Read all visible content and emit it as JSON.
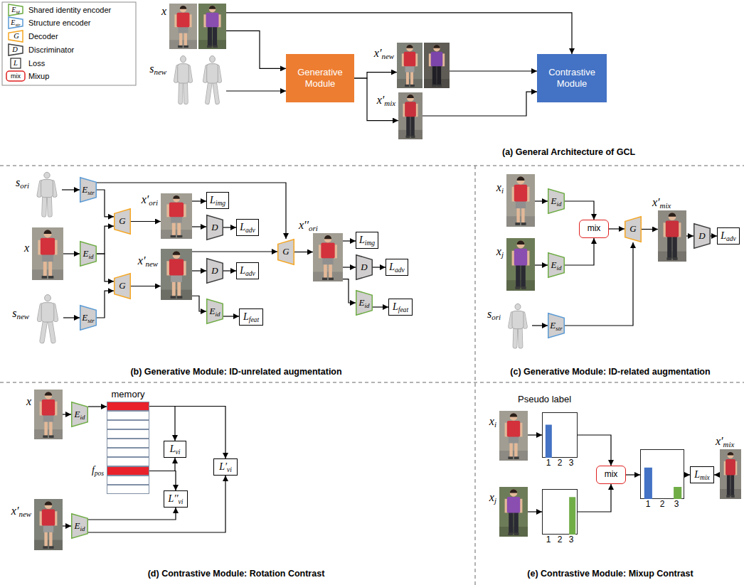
{
  "diagram": {
    "nodes": [
      {
        "text": [
          "x"
        ]
      },
      {
        "text": [
          "s",
          "new"
        ]
      },
      {
        "text": [
          "Generative Module"
        ]
      },
      {
        "text": [
          "x′",
          "new"
        ]
      },
      {
        "text": [
          "x′",
          "mix"
        ]
      },
      {
        "text": [
          "Contrastive Module"
        ]
      },
      {
        "text": [
          "s",
          "ori"
        ]
      },
      {
        "text": [
          "E",
          "str"
        ]
      },
      {
        "text": [
          "x"
        ]
      },
      {
        "text": [
          "E",
          "id"
        ]
      },
      {
        "text": [
          "s",
          "new"
        ]
      },
      {
        "text": [
          "E",
          "str"
        ]
      },
      {
        "text": [
          "G"
        ]
      },
      {
        "text": [
          "G"
        ]
      },
      {
        "text": [
          "x′",
          "ori"
        ]
      },
      {
        "text": [
          "L",
          "img"
        ]
      },
      {
        "text": [
          "D"
        ]
      },
      {
        "text": [
          "L",
          "adv"
        ]
      },
      {
        "text": [
          "x′",
          "new"
        ]
      },
      {
        "text": [
          "D"
        ]
      },
      {
        "text": [
          "L",
          "adv"
        ]
      },
      {
        "text": [
          "E",
          "id"
        ]
      },
      {
        "text": [
          "L",
          "feat"
        ]
      },
      {
        "text": [
          "G"
        ]
      },
      {
        "text": [
          "x′′",
          "ori"
        ]
      },
      {
        "text": [
          "L",
          "img"
        ]
      },
      {
        "text": [
          "D"
        ]
      },
      {
        "text": [
          "L",
          "adv"
        ]
      },
      {
        "text": [
          "E",
          "id"
        ]
      },
      {
        "text": [
          "L",
          "feat"
        ]
      },
      {
        "text": [
          "x",
          "i"
        ]
      },
      {
        "text": [
          "E",
          "id"
        ]
      },
      {
        "text": [
          "x",
          "j"
        ]
      },
      {
        "text": [
          "E",
          "id"
        ]
      },
      {
        "text": [
          "mix"
        ]
      },
      {
        "text": [
          "G"
        ]
      },
      {
        "text": [
          "x′",
          "mix"
        ]
      },
      {
        "text": [
          "D"
        ]
      },
      {
        "text": [
          "L",
          "adv"
        ]
      },
      {
        "text": [
          "s",
          "ori"
        ]
      },
      {
        "text": [
          "E",
          "str"
        ]
      },
      {
        "text": [
          "x"
        ]
      },
      {
        "text": [
          "E",
          "id"
        ]
      },
      {
        "text": [
          "memory"
        ]
      },
      {
        "text": [
          "L",
          "vi"
        ]
      },
      {
        "text": [
          "L′",
          "vi"
        ]
      },
      {
        "text": [
          "L′′",
          "vi"
        ]
      },
      {
        "text": [
          "x′",
          "new"
        ]
      },
      {
        "text": [
          "E",
          "id"
        ]
      },
      {
        "text": [
          "x",
          "i"
        ]
      },
      {
        "text": [
          "1",
          "2",
          "3"
        ]
      },
      {
        "text": [
          "x",
          "j"
        ]
      },
      {
        "text": [
          "1",
          "2",
          "3"
        ]
      },
      {
        "text": [
          "mix"
        ]
      },
      {
        "text": [
          "1",
          "2",
          "3"
        ]
      },
      {
        "text": [
          "L",
          "mix"
        ]
      },
      {
        "text": [
          "x′",
          "mix"
        ]
      }
    ],
    "edges": [
      {
        "from": 0,
        "to": 2,
        "arrow": "to"
      },
      {
        "from": 0,
        "to": 5,
        "arrow": "to"
      },
      {
        "from": 1,
        "to": 2,
        "arrow": "to"
      },
      {
        "from": 2,
        "to": 3,
        "arrow": "to"
      },
      {
        "from": 2,
        "to": 4,
        "arrow": "to"
      },
      {
        "from": 3,
        "to": 5,
        "arrow": "to"
      },
      {
        "from": 4,
        "to": 5,
        "arrow": "to"
      },
      {
        "from": 6,
        "to": 7,
        "arrow": "to"
      },
      {
        "from": 8,
        "to": 9,
        "arrow": "to"
      },
      {
        "from": 10,
        "to": 11,
        "arrow": "to"
      },
      {
        "from": 7,
        "to": 12,
        "arrow": "to"
      },
      {
        "from": 9,
        "to": 12,
        "arrow": "to"
      },
      {
        "from": 9,
        "to": 13,
        "arrow": "to"
      },
      {
        "from": 11,
        "to": 13,
        "arrow": "to"
      },
      {
        "from": 12,
        "to": 14,
        "arrow": "to"
      },
      {
        "from": 13,
        "to": 18,
        "arrow": "to"
      },
      {
        "from": 14,
        "to": 15,
        "arrow": "to"
      },
      {
        "from": 14,
        "to": 16,
        "arrow": "to"
      },
      {
        "from": 16,
        "to": 17,
        "arrow": "to"
      },
      {
        "from": 18,
        "to": 19,
        "arrow": "to"
      },
      {
        "from": 19,
        "to": 20,
        "arrow": "to"
      },
      {
        "from": 18,
        "to": 21,
        "arrow": "to"
      },
      {
        "from": 21,
        "to": 22,
        "arrow": "to"
      },
      {
        "from": 7,
        "to": 23,
        "arrow": "to"
      },
      {
        "from": 18,
        "to": 23,
        "arrow": "to"
      },
      {
        "from": 23,
        "to": 24,
        "arrow": "to"
      },
      {
        "from": 24,
        "to": 25,
        "arrow": "to"
      },
      {
        "from": 24,
        "to": 26,
        "arrow": "to"
      },
      {
        "from": 26,
        "to": 27,
        "arrow": "to"
      },
      {
        "from": 24,
        "to": 28,
        "arrow": "to"
      },
      {
        "from": 28,
        "to": 29,
        "arrow": "to"
      },
      {
        "from": 30,
        "to": 31,
        "arrow": "to"
      },
      {
        "from": 32,
        "to": 33,
        "arrow": "to"
      },
      {
        "from": 31,
        "to": 34,
        "arrow": "to"
      },
      {
        "from": 33,
        "to": 34,
        "arrow": "to"
      },
      {
        "from": 34,
        "to": 35,
        "arrow": "to"
      },
      {
        "from": 40,
        "to": 35,
        "arrow": "to"
      },
      {
        "from": 35,
        "to": 36,
        "arrow": "to"
      },
      {
        "from": 36,
        "to": 37,
        "arrow": "to"
      },
      {
        "from": 37,
        "to": 38,
        "arrow": "to"
      },
      {
        "from": 39,
        "to": 40,
        "arrow": "to"
      },
      {
        "from": 41,
        "to": 42,
        "arrow": "to"
      },
      {
        "from": 42,
        "to": 43,
        "arrow": "to"
      },
      {
        "from": 43,
        "to": 44,
        "arrow": "to"
      },
      {
        "from": 43,
        "to": 44,
        "arrow": "to"
      },
      {
        "from": 43,
        "to": 46,
        "arrow": "to"
      },
      {
        "from": 43,
        "to": 45,
        "arrow": "to"
      },
      {
        "from": 48,
        "to": 46,
        "arrow": "to"
      },
      {
        "from": 48,
        "to": 45,
        "arrow": "to"
      },
      {
        "from": 47,
        "to": 48,
        "arrow": "to"
      },
      {
        "from": 49,
        "to": 50,
        "arrow": "to"
      },
      {
        "from": 51,
        "to": 52,
        "arrow": "to"
      },
      {
        "from": 50,
        "to": 53,
        "arrow": "to"
      },
      {
        "from": 52,
        "to": 53,
        "arrow": "to"
      },
      {
        "from": 53,
        "to": 54,
        "arrow": "to"
      },
      {
        "from": 54,
        "to": 55,
        "arrow": "to"
      },
      {
        "from": 56,
        "to": 55,
        "arrow": "to"
      }
    ],
    "labels": [
      "E",
      "id",
      "E",
      "str",
      "G",
      "D",
      "L",
      "mix",
      "(a) General Architecture of GCL",
      "(b) Generative Module: ID-unrelated augmentation",
      "(c) Generative Module: ID-related augmentation",
      "f",
      "pos",
      "Pseudo label",
      "(d) Contrastive Module: Rotation Contrast",
      "(e) Contrastive Module: Mixup Contrast"
    ],
    "legend": [
      {
        "text": "Shared identity encoder"
      },
      {
        "text": "Structure encoder"
      },
      {
        "text": "Decoder"
      },
      {
        "text": "Discriminator"
      },
      {
        "text": "Loss"
      },
      {
        "text": "Mixup"
      }
    ]
  }
}
